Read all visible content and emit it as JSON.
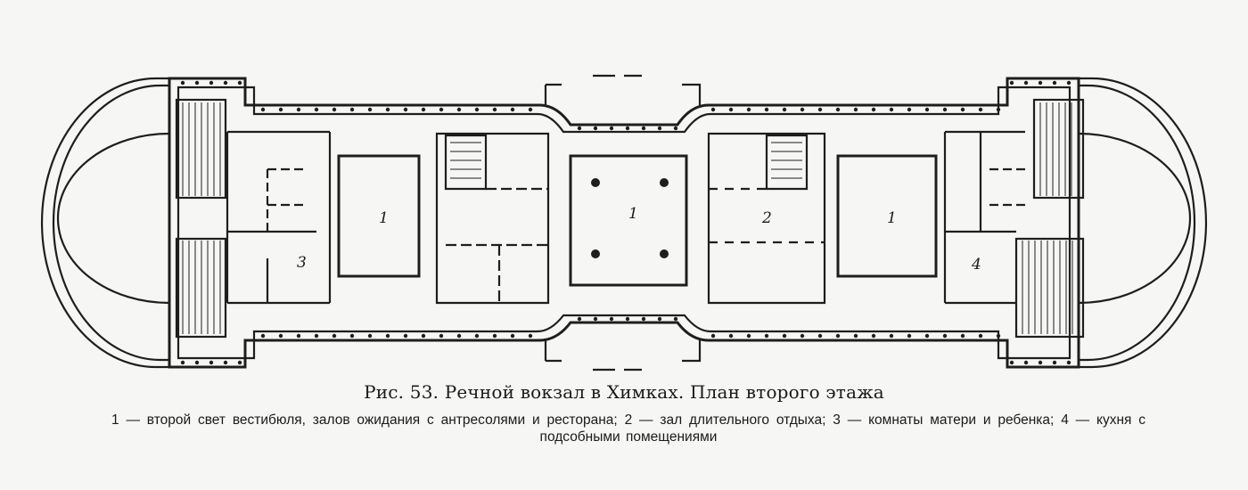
{
  "figure": {
    "caption": "Рис. 53. Речной вокзал в Химках. План второго этажа",
    "legend": [
      "1 — второй свет вестибюля, залов ожидания с антресолями и ресторана;",
      "2 — зал длительного отдыха;",
      "3 — комнаты матери и ребенка;",
      "4 — кухня с подсобными помещениями"
    ]
  },
  "plan_labels": {
    "left_hall": "1",
    "center_hall": "1",
    "right_hall": "1",
    "rest_hall": "2",
    "mother_child": "3",
    "kitchen": "4"
  }
}
